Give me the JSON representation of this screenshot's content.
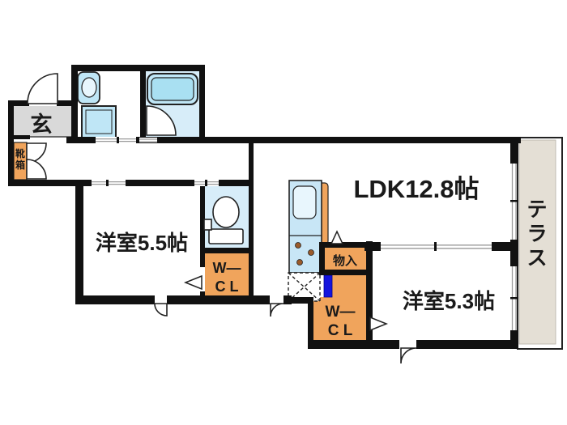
{
  "title": "2LDK floor plan",
  "colors": {
    "wall": "#111111",
    "closet_orange": "#f0a45c",
    "room_blue": "#d7edf9",
    "fixture_blue": "#bfe6f6",
    "fixture_blue_deep": "#a9e0f2",
    "fixture_blue_pale": "#e8f6fd",
    "kitchen_blue": "#c8e6f6",
    "terrace_beige": "#e4dfd5",
    "genkan_gray": "#d9d9d9",
    "door_blue": "#1414dd",
    "burner_brown": "#9a5a2a",
    "text": "#1a1a1a"
  },
  "labels": {
    "genkan": "玄",
    "shoebox_chars": [
      "靴",
      "箱"
    ],
    "room_55": "洋室5.5帖",
    "ldk": "LDK12.8帖",
    "room_53": "洋室5.3帖",
    "terrace_chars": [
      "テ",
      "ラ",
      "ス"
    ],
    "storage": "物入",
    "wcl": {
      "line1": "W—",
      "line2": "C L"
    }
  },
  "rooms": [
    {
      "name": "LDK",
      "size_jo": 12.8
    },
    {
      "name": "洋室",
      "size_jo": 5.5
    },
    {
      "name": "洋室",
      "size_jo": 5.3
    },
    {
      "name": "W-CL",
      "size_jo": null
    },
    {
      "name": "W-CL",
      "size_jo": null
    },
    {
      "name": "物入",
      "size_jo": null
    },
    {
      "name": "テラス",
      "size_jo": null
    },
    {
      "name": "玄関",
      "size_jo": null
    }
  ]
}
